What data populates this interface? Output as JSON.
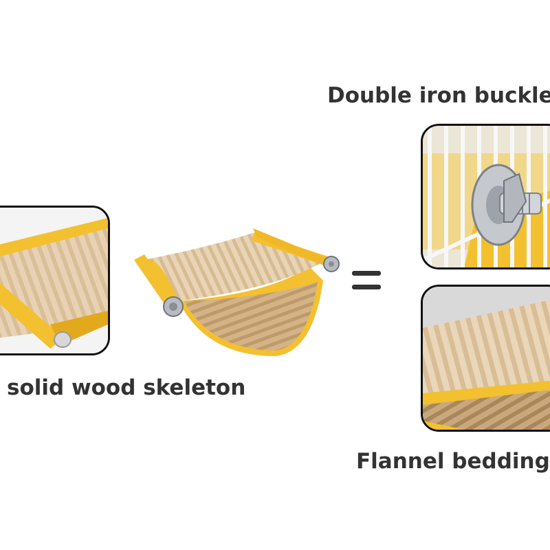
{
  "labels": {
    "buckle": "Double iron buckle",
    "wood": "solid wood skeleton",
    "flannel": "Flannel bedding"
  },
  "colors": {
    "yellow": "#f3c02f",
    "flannel": "#e7d0b0",
    "flannel_shadow": "#c9a87e",
    "metal": "#b8bcc2",
    "text": "#333333",
    "frame": "#111111"
  },
  "icons": {
    "equals": "equals-sign-icon"
  }
}
